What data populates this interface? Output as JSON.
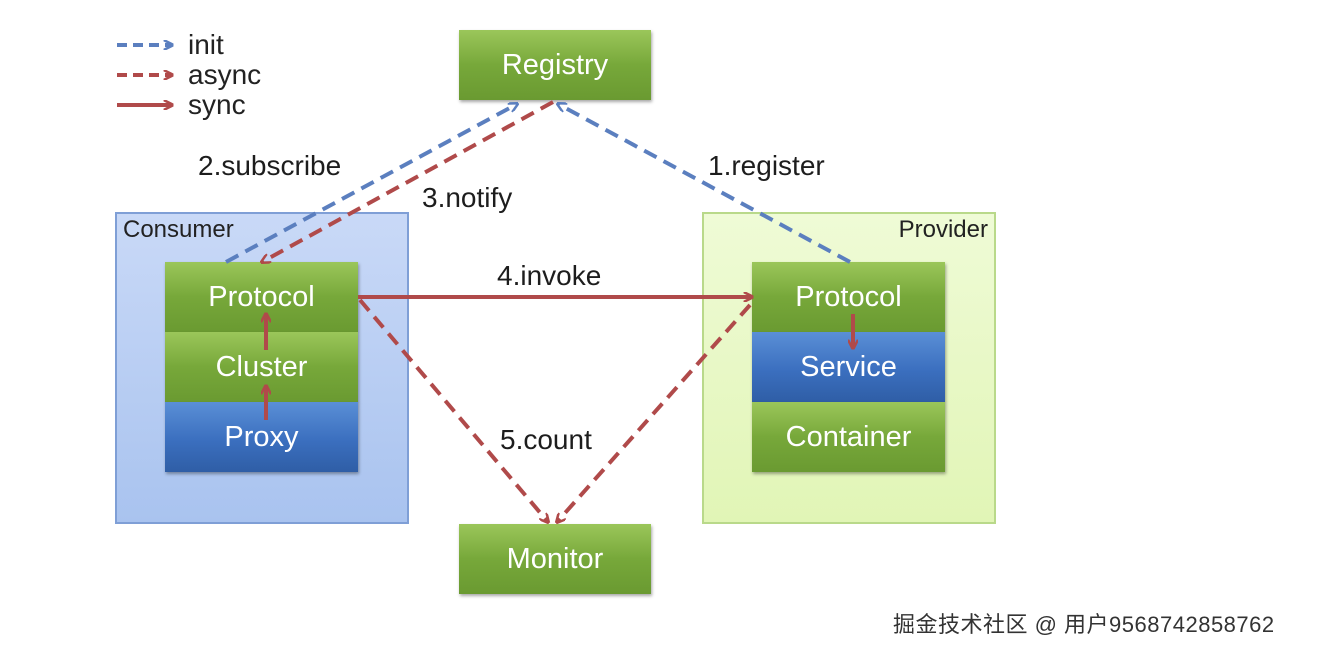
{
  "legend": {
    "items": [
      {
        "label": "init",
        "style": "dashed",
        "color": "#5b7fbf"
      },
      {
        "label": "async",
        "style": "dashed",
        "color": "#b04a4a"
      },
      {
        "label": "sync",
        "style": "solid",
        "color": "#b04a4a"
      }
    ]
  },
  "nodes": {
    "registry": "Registry",
    "monitor": "Monitor",
    "consumer": {
      "label": "Consumer",
      "protocol": "Protocol",
      "cluster": "Cluster",
      "proxy": "Proxy"
    },
    "provider": {
      "label": "Provider",
      "protocol": "Protocol",
      "service": "Service",
      "container": "Container"
    }
  },
  "edges": {
    "register": "1.register",
    "subscribe": "2.subscribe",
    "notify": "3.notify",
    "invoke": "4.invoke",
    "count": "5.count"
  },
  "colors": {
    "init": "#5b7fbf",
    "async_sync": "#b04a4a",
    "green_box": "#77a83a",
    "blue_box": "#3b6fbf"
  },
  "watermark": "掘金技术社区 @ 用户9568742858762"
}
